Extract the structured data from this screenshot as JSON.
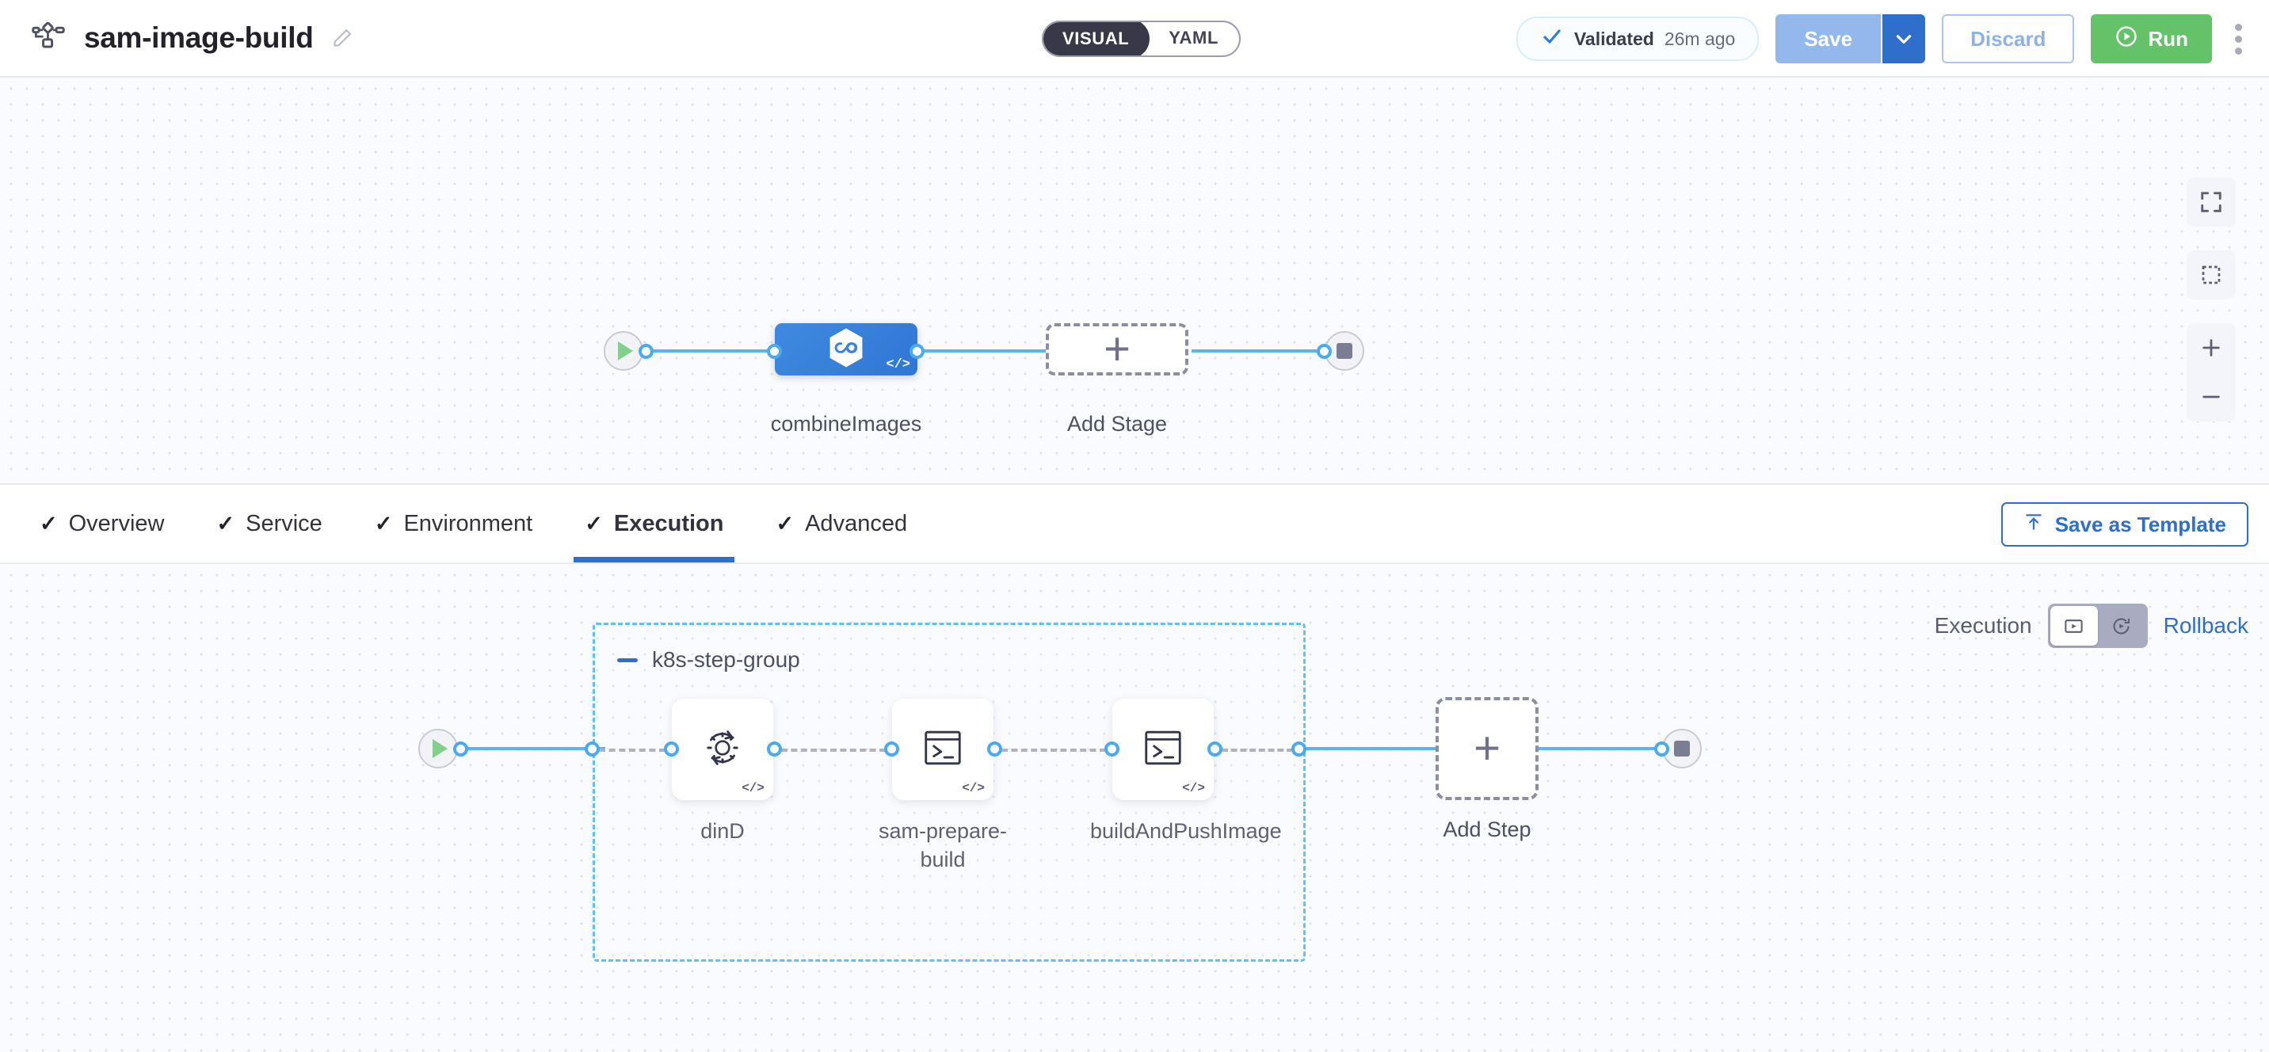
{
  "header": {
    "pipeline_icon": "pipeline-nodes-icon",
    "title": "sam-image-build",
    "edit_icon": "pencil-icon",
    "mode_toggle": {
      "options": [
        "VISUAL",
        "YAML"
      ],
      "selected": "VISUAL"
    },
    "validated": {
      "icon": "check-icon",
      "label": "Validated",
      "time": "26m ago"
    },
    "save": {
      "label": "Save",
      "caret_icon": "chevron-down-icon"
    },
    "discard": {
      "label": "Discard"
    },
    "run": {
      "label": "Run",
      "icon": "play-circle-icon"
    },
    "kebab_icon": "more-vertical-icon"
  },
  "stage_canvas": {
    "start_icon": "play-icon",
    "end_icon": "stop-icon",
    "nodes": [
      {
        "id": "combineImages",
        "label": "combineImages",
        "icon": "harness-hexagon-icon",
        "badge": "</>",
        "type": "stage"
      },
      {
        "id": "add-stage",
        "label": "Add Stage",
        "icon": "plus-icon",
        "type": "add"
      }
    ]
  },
  "zoom_controls": [
    {
      "name": "fullscreen",
      "icon": "fullscreen-icon"
    },
    {
      "name": "fit-selection",
      "icon": "dashed-square-icon"
    },
    {
      "name": "zoom-in",
      "icon": "plus-icon"
    },
    {
      "name": "zoom-out",
      "icon": "minus-icon"
    }
  ],
  "tabs": {
    "items": [
      {
        "label": "Overview",
        "checked": true,
        "active": false
      },
      {
        "label": "Service",
        "checked": true,
        "active": false
      },
      {
        "label": "Environment",
        "checked": true,
        "active": false
      },
      {
        "label": "Execution",
        "checked": true,
        "active": true
      },
      {
        "label": "Advanced",
        "checked": true,
        "active": false
      }
    ],
    "save_as_template": {
      "label": "Save as Template",
      "icon": "upload-template-icon"
    }
  },
  "execution_toggle": {
    "left_label": "Execution",
    "right_label": "Rollback",
    "segments": [
      {
        "name": "execution-view",
        "icon": "play-box-icon",
        "selected": true
      },
      {
        "name": "rollback-view",
        "icon": "rotate-play-icon",
        "selected": false
      }
    ]
  },
  "steps_canvas": {
    "start_icon": "play-icon",
    "end_icon": "stop-icon",
    "group": {
      "title": "k8s-step-group",
      "collapse_icon": "minus-icon"
    },
    "steps": [
      {
        "id": "dinD",
        "label": "dinD",
        "icon": "gear-rotate-icon",
        "badge": "</>"
      },
      {
        "id": "sam-prepare-build",
        "label": "sam-prepare-build",
        "icon": "terminal-icon",
        "badge": "</>"
      },
      {
        "id": "buildAndPushImage",
        "label": "buildAndPushImage",
        "icon": "terminal-icon",
        "badge": "</>"
      }
    ],
    "add_step": {
      "label": "Add Step",
      "icon": "plus-icon"
    }
  },
  "colors": {
    "accent_blue": "#2e6fcb",
    "link_blue": "#59b4f0",
    "run_green": "#64c368",
    "group_border": "#63c0f0",
    "canvas_bg": "#fafbfe"
  }
}
